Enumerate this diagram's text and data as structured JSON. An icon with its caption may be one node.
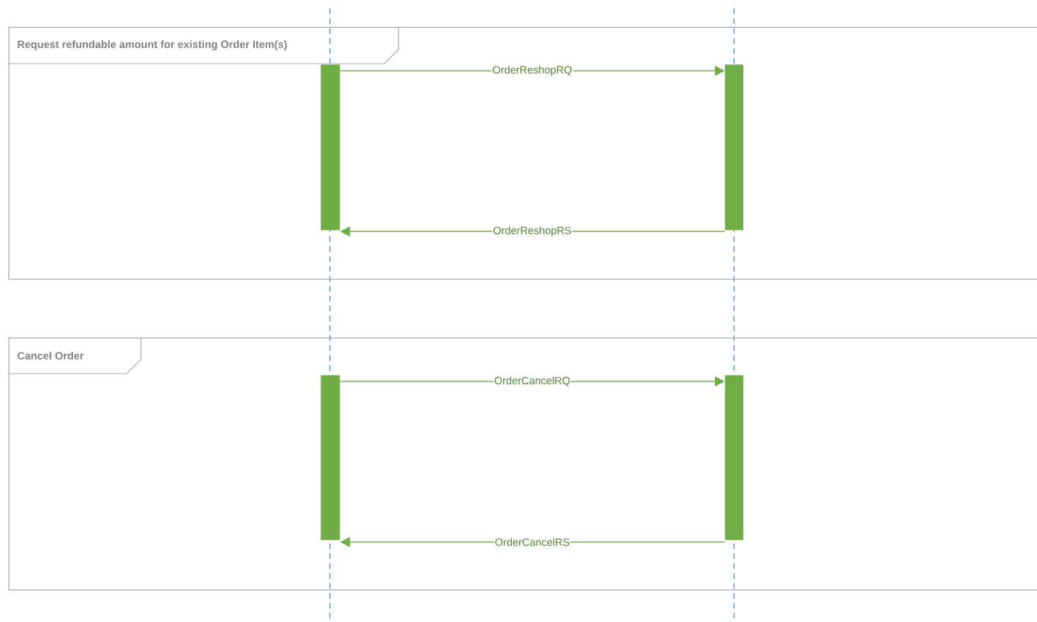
{
  "diagram": {
    "nodes": [
      {
        "text": [
          "Request refundable amount for existing Order Item(s)"
        ]
      },
      {
        "text": [],
        "shape": "bar",
        "in": 0
      },
      {
        "text": [],
        "shape": "bar",
        "in": 0
      },
      {
        "text": [
          "Cancel Order"
        ]
      },
      {
        "text": [],
        "shape": "bar",
        "in": 3
      },
      {
        "text": [],
        "shape": "bar",
        "in": 3
      }
    ],
    "edges": [
      {
        "from": 1,
        "to": 2,
        "arrow": "to",
        "label": "OrderReshopRQ"
      },
      {
        "from": 2,
        "to": 1,
        "arrow": "to",
        "label": "OrderReshopRS"
      },
      {
        "from": 4,
        "to": 5,
        "arrow": "to",
        "label": "OrderCancelRQ"
      },
      {
        "from": 5,
        "to": 4,
        "arrow": "to",
        "label": "OrderCancelRS"
      }
    ]
  }
}
